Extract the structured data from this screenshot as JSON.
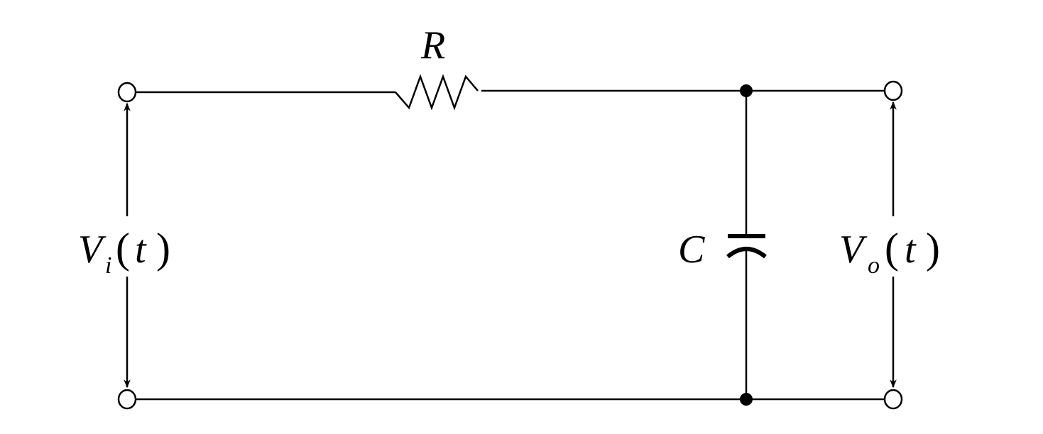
{
  "diagram": {
    "title": "RC low-pass circuit",
    "labels": {
      "resistor": "R",
      "capacitor": "C",
      "input_symbol": "V",
      "input_sub": "i",
      "output_symbol": "V",
      "output_sub": "o",
      "arg": "t",
      "open_paren": "(",
      "close_paren": ")"
    },
    "colors": {
      "stroke": "#000000",
      "background": "#ffffff"
    }
  }
}
